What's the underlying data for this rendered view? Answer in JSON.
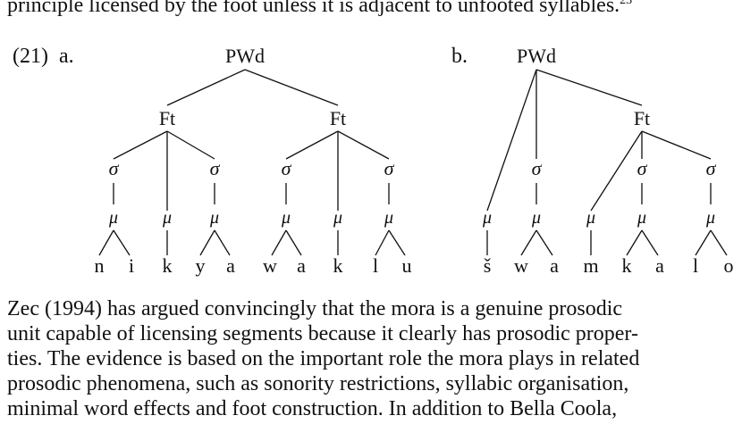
{
  "top_line": {
    "text": "principle licensed by the foot unless it is adjacent to unfooted syllables.",
    "footnote": "23"
  },
  "example": {
    "number": "(21)",
    "a_label": "a.",
    "b_label": "b.",
    "pwd": "PWd",
    "ft": "Ft",
    "sigma": "σ",
    "mu": "μ",
    "a_segments": [
      "n",
      "i",
      "k",
      "y",
      "a",
      "w",
      "a",
      "k",
      "l",
      "u"
    ],
    "b_segments": [
      "š",
      "w",
      "a",
      "m",
      "k",
      "a",
      "l",
      "o"
    ]
  },
  "paragraph": [
    "Zec (1994) has argued convincingly that the mora is a genuine prosodic",
    "unit capable of licensing segments because it clearly has prosodic proper-",
    "ties. The evidence is based on the important role the mora plays in related",
    "prosodic phenomena, such as sonority restrictions, syllabic organisation,",
    "minimal word effects and foot construction. In addition to Bella Coola,"
  ]
}
